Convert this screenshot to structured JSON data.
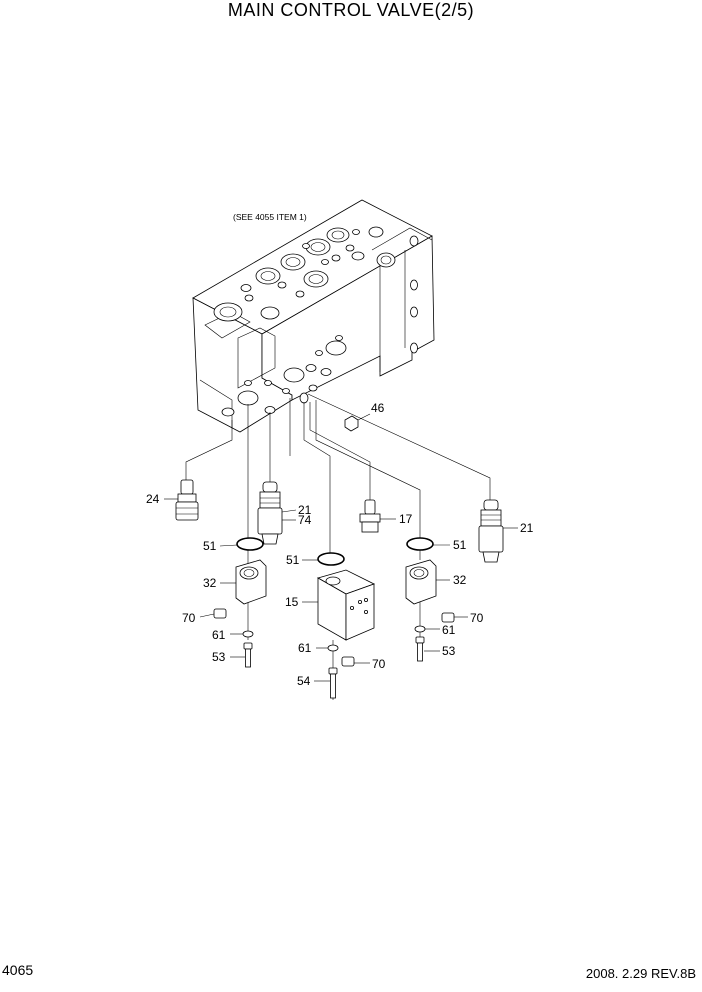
{
  "title": "MAIN CONTROL VALVE(2/5)",
  "page_number": "4065",
  "revision": "2008. 2.29  REV.8B",
  "note": "(SEE 4055 ITEM 1)",
  "callouts": {
    "c24": "24",
    "c21a": "21",
    "c74": "74",
    "c46": "46",
    "c17": "17",
    "c21b": "21",
    "c51a": "51",
    "c51b": "51",
    "c51c": "51",
    "c32a": "32",
    "c32b": "32",
    "c15": "15",
    "c70a": "70",
    "c70b": "70",
    "c70c": "70",
    "c61a": "61",
    "c61b": "61",
    "c61c": "61",
    "c53a": "53",
    "c53b": "53",
    "c54": "54"
  }
}
